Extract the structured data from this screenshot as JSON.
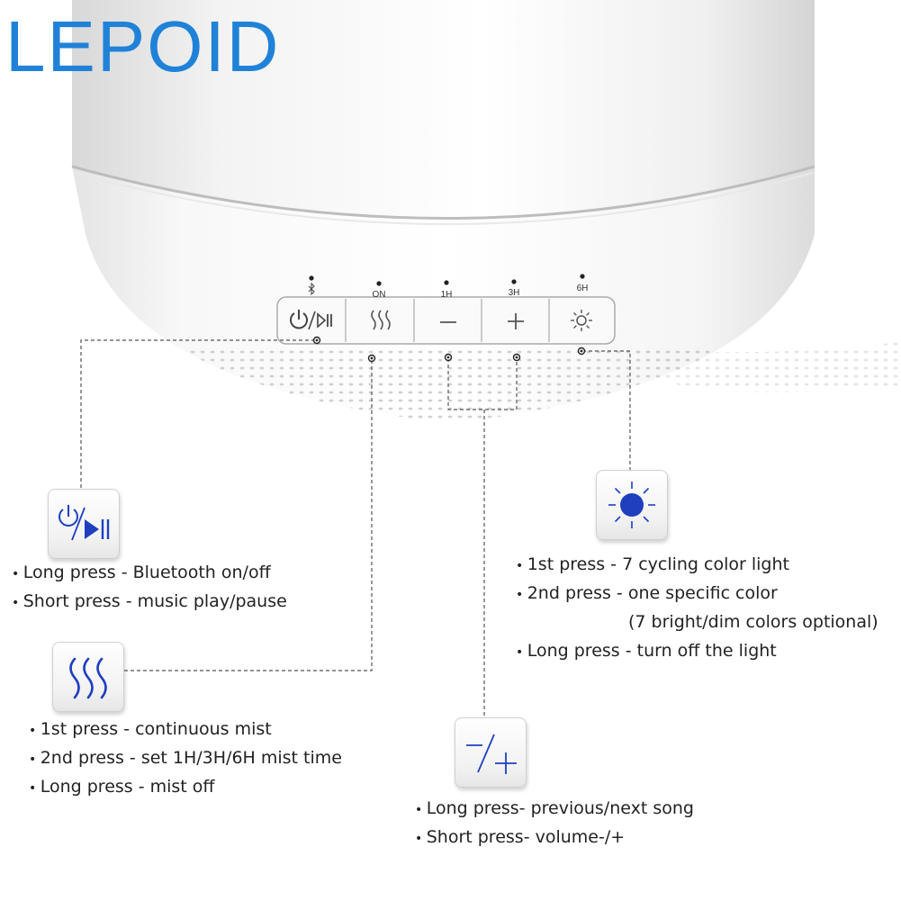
{
  "brand": "LEPOID",
  "indicators": [
    {
      "id": "bluetooth",
      "label": "",
      "icon": "bluetooth-icon"
    },
    {
      "id": "on",
      "label": "ON"
    },
    {
      "id": "1h",
      "label": "1H"
    },
    {
      "id": "3h",
      "label": "3H"
    },
    {
      "id": "6h",
      "label": "6H"
    }
  ],
  "panel_buttons": [
    {
      "name": "power-play-button",
      "icon": "power-play-pause-icon"
    },
    {
      "name": "mist-button",
      "icon": "mist-icon"
    },
    {
      "name": "minus-button",
      "icon": "minus-icon"
    },
    {
      "name": "plus-button",
      "icon": "plus-icon"
    },
    {
      "name": "light-button",
      "icon": "sun-icon"
    }
  ],
  "sections": {
    "power": {
      "icon": "power-play-pause-icon",
      "lines": [
        "Long press - Bluetooth on/off",
        "Short press - music play/pause"
      ]
    },
    "mist": {
      "icon": "mist-icon",
      "lines": [
        "1st press - continuous mist",
        "2nd press - set 1H/3H/6H mist time",
        "Long press - mist off"
      ]
    },
    "volume": {
      "icon": "minus-plus-icon",
      "lines": [
        "Long press- previous/next song",
        "Short press- volume-/+"
      ]
    },
    "light": {
      "icon": "sun-icon",
      "lines": [
        "1st press - 7 cycling color light",
        "2nd press - one specific color",
        "(7 bright/dim colors optional)",
        "Long press - turn off the light"
      ]
    }
  },
  "colors": {
    "brand": "#1f82d8",
    "icon_blue": "#1f3fbf",
    "line": "#555555"
  }
}
